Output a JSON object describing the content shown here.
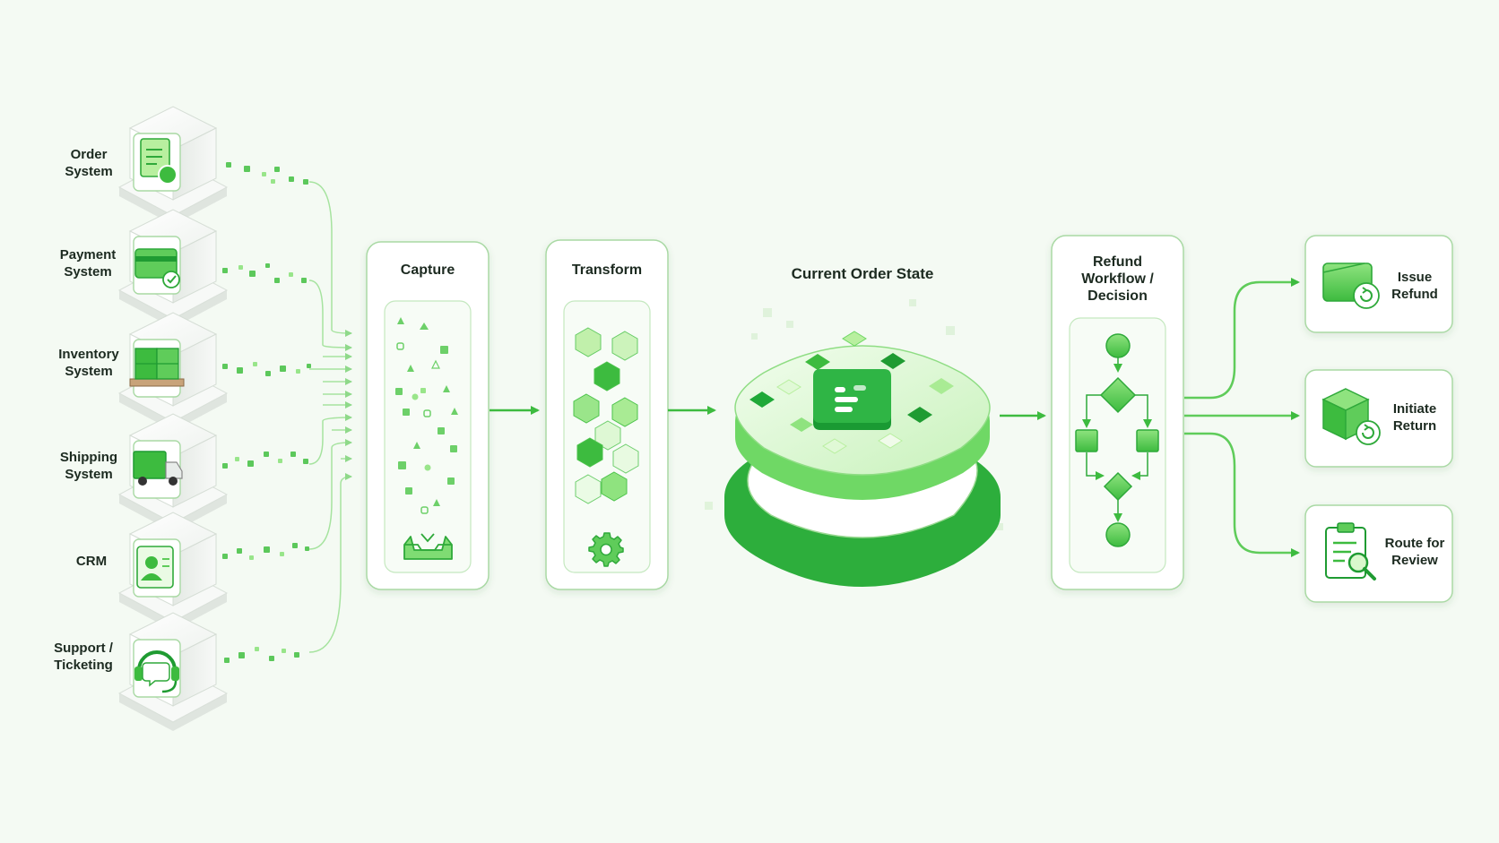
{
  "sources": [
    {
      "label": "Order\nSystem",
      "icon": "order-document-cart-icon"
    },
    {
      "label": "Payment\nSystem",
      "icon": "payment-card-check-icon"
    },
    {
      "label": "Inventory\nSystem",
      "icon": "inventory-boxes-pallet-icon"
    },
    {
      "label": "Shipping\nSystem",
      "icon": "shipping-truck-icon"
    },
    {
      "label": "CRM",
      "icon": "crm-contact-card-icon"
    },
    {
      "label": "Support /\nTicketing",
      "icon": "support-headset-icon"
    }
  ],
  "stages": {
    "capture": {
      "title": "Capture",
      "icon": "inbox-tray-icon"
    },
    "transform": {
      "title": "Transform",
      "icon": "gear-icon"
    },
    "state": {
      "title": "Current Order State",
      "icon": "order-state-platform-icon"
    },
    "decision": {
      "title": "Refund\nWorkflow /\nDecision",
      "icon": "flowchart-icon"
    }
  },
  "outcomes": [
    {
      "label": "Issue\nRefund",
      "icon": "wallet-refund-icon"
    },
    {
      "label": "Initiate\nReturn",
      "icon": "package-return-icon"
    },
    {
      "label": "Route for\nReview",
      "icon": "clipboard-magnifier-icon"
    }
  ],
  "colors": {
    "accent": "#3dbb3f",
    "accent_dark": "#1f9b32",
    "accent_light": "#8fe37f",
    "panel_border": "#a9d9a4",
    "background": "#f4faf3"
  }
}
